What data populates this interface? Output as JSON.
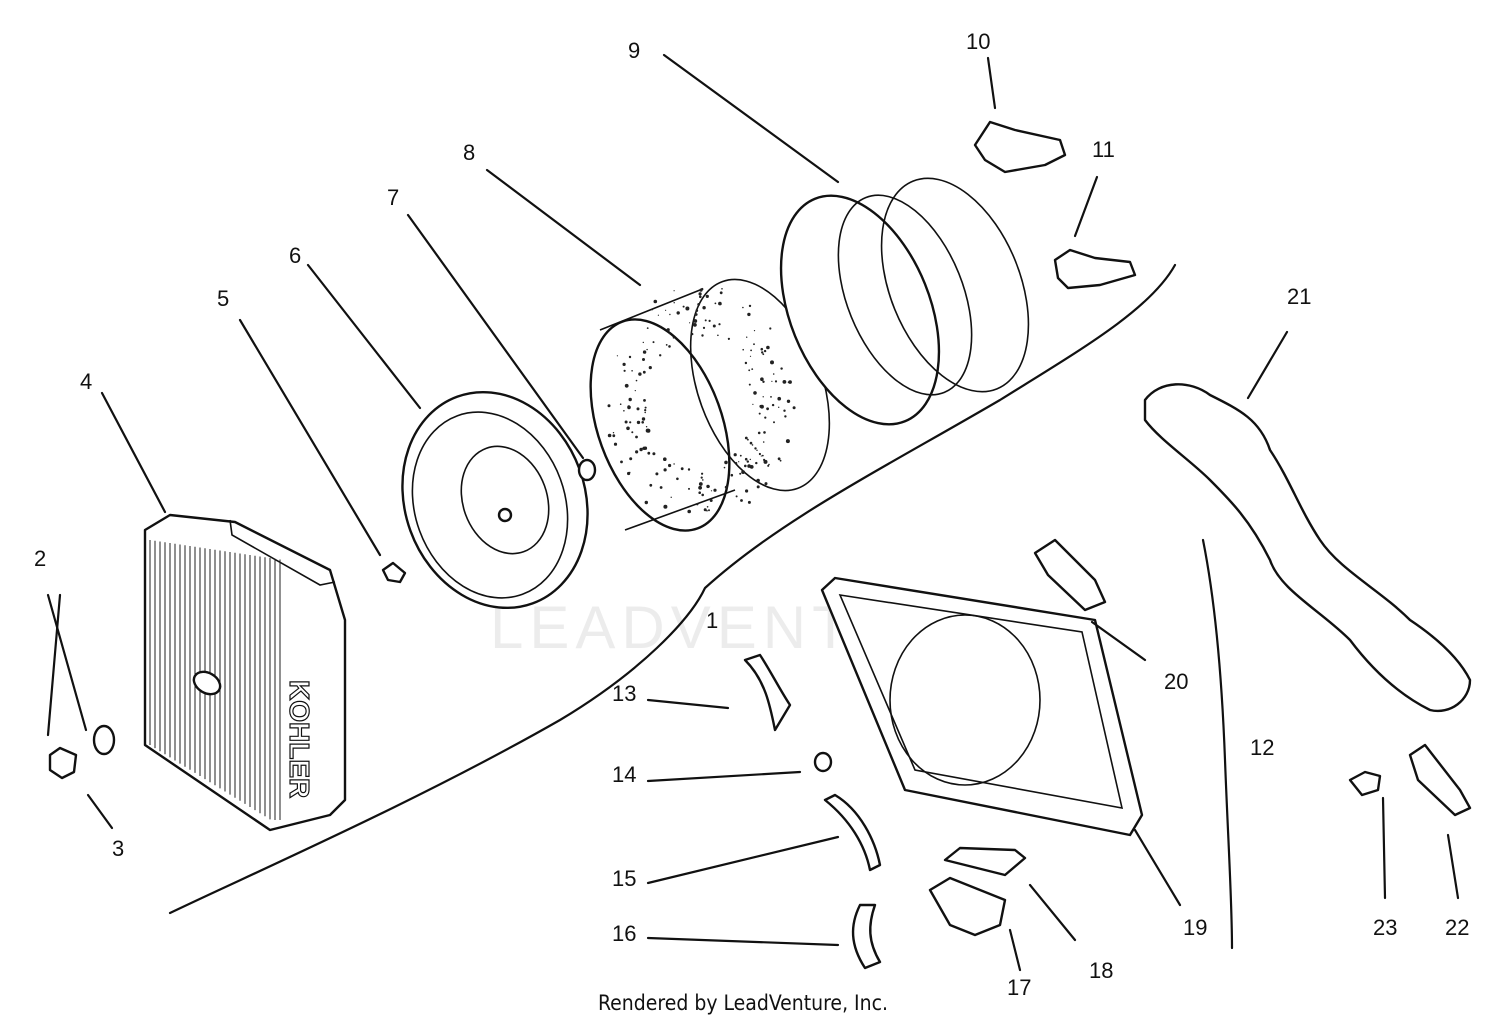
{
  "diagram": {
    "callouts": {
      "c1": "1",
      "c2": "2",
      "c3": "3",
      "c4": "4",
      "c5": "5",
      "c6": "6",
      "c7": "7",
      "c8": "8",
      "c9": "9",
      "c10": "10",
      "c11": "11",
      "c12": "12",
      "c13": "13",
      "c14": "14",
      "c15": "15",
      "c16": "16",
      "c17": "17",
      "c18": "18",
      "c19": "19",
      "c20": "20",
      "c21": "21",
      "c22": "22",
      "c23": "23"
    },
    "brand_on_cover": "KOHLER",
    "watermark": "LEADVENTURE",
    "credit": "Rendered by LeadVenture, Inc."
  }
}
